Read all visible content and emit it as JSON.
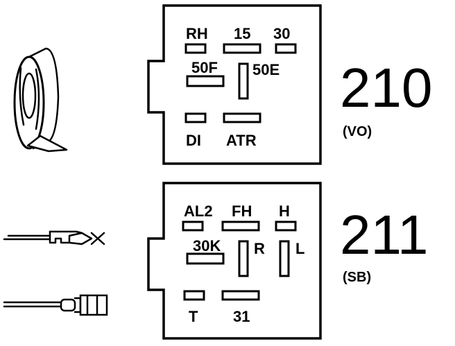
{
  "relays": [
    {
      "number": "210",
      "code": "(VO)",
      "terminals": {
        "rh": "RH",
        "t15": "15",
        "t30": "30",
        "t50f": "50F",
        "t50e": "50E",
        "di": "DI",
        "atr": "ATR"
      }
    },
    {
      "number": "211",
      "code": "(SB)",
      "terminals": {
        "al2": "AL2",
        "fh": "FH",
        "h": "H",
        "t30k": "30K",
        "r": "R",
        "l": "L",
        "t": "T",
        "t31": "31"
      }
    }
  ],
  "icons": [
    "insulating-tape-roll-icon",
    "spade-connector-icon",
    "insulated-crimp-terminal-icon"
  ]
}
